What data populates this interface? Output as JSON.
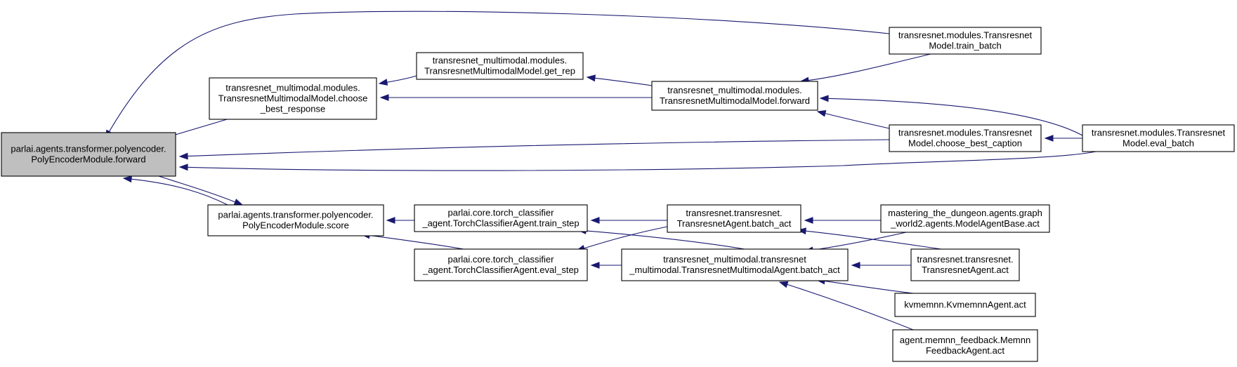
{
  "colors": {
    "node_fill": "#ffffff",
    "focus_node_fill": "#bfbfbf",
    "node_border": "#000000",
    "edge": "#191970"
  },
  "nodes": {
    "n0": {
      "lines": [
        "parlai.agents.transformer.polyencoder.",
        "PolyEncoderModule.forward"
      ],
      "focus": true
    },
    "n1": {
      "lines": [
        "transresnet_multimodal.modules.",
        "TransresnetMultimodalModel.choose",
        "_best_response"
      ]
    },
    "n2": {
      "lines": [
        "parlai.agents.transformer.polyencoder.",
        "PolyEncoderModule.score"
      ]
    },
    "n3": {
      "lines": [
        "transresnet_multimodal.modules.",
        "TransresnetMultimodalModel.get_rep"
      ]
    },
    "n4": {
      "lines": [
        "transresnet_multimodal.modules.",
        "TransresnetMultimodalModel.forward"
      ]
    },
    "n5": {
      "lines": [
        "transresnet.modules.Transresnet",
        "Model.train_batch"
      ]
    },
    "n6": {
      "lines": [
        "transresnet.modules.Transresnet",
        "Model.choose_best_caption"
      ]
    },
    "n7": {
      "lines": [
        "transresnet.modules.Transresnet",
        "Model.eval_batch"
      ]
    },
    "n8": {
      "lines": [
        "parlai.core.torch_classifier",
        "_agent.TorchClassifierAgent.train_step"
      ]
    },
    "n9": {
      "lines": [
        "parlai.core.torch_classifier",
        "_agent.TorchClassifierAgent.eval_step"
      ]
    },
    "n10": {
      "lines": [
        "transresnet.transresnet.",
        "TransresnetAgent.batch_act"
      ]
    },
    "n11": {
      "lines": [
        "transresnet_multimodal.transresnet",
        "_multimodal.TransresnetMultimodalAgent.batch_act"
      ]
    },
    "n12": {
      "lines": [
        "mastering_the_dungeon.agents.graph",
        "_world2.agents.ModelAgentBase.act"
      ]
    },
    "n13": {
      "lines": [
        "transresnet.transresnet.",
        "TransresnetAgent.act"
      ]
    },
    "n14": {
      "lines": [
        "kvmemnn.KvmemnnAgent.act"
      ]
    },
    "n15": {
      "lines": [
        "agent.memnn_feedback.Memnn",
        "FeedbackAgent.act"
      ]
    }
  },
  "edges": [
    {
      "from": "n5",
      "to": "n0"
    },
    {
      "from": "n1",
      "to": "n0"
    },
    {
      "from": "n6",
      "to": "n0"
    },
    {
      "from": "n7",
      "to": "n0"
    },
    {
      "from": "n2",
      "to": "n0"
    },
    {
      "from": "n0",
      "to": "n2"
    },
    {
      "from": "n3",
      "to": "n1"
    },
    {
      "from": "n4",
      "to": "n1"
    },
    {
      "from": "n4",
      "to": "n3"
    },
    {
      "from": "n5",
      "to": "n4"
    },
    {
      "from": "n7",
      "to": "n4"
    },
    {
      "from": "n6",
      "to": "n4"
    },
    {
      "from": "n7",
      "to": "n6"
    },
    {
      "from": "n8",
      "to": "n2"
    },
    {
      "from": "n9",
      "to": "n2"
    },
    {
      "from": "n10",
      "to": "n8"
    },
    {
      "from": "n11",
      "to": "n8"
    },
    {
      "from": "n10",
      "to": "n9"
    },
    {
      "from": "n11",
      "to": "n9"
    },
    {
      "from": "n12",
      "to": "n10"
    },
    {
      "from": "n13",
      "to": "n10"
    },
    {
      "from": "n12",
      "to": "n11"
    },
    {
      "from": "n13",
      "to": "n11"
    },
    {
      "from": "n14",
      "to": "n11"
    },
    {
      "from": "n15",
      "to": "n11"
    }
  ]
}
